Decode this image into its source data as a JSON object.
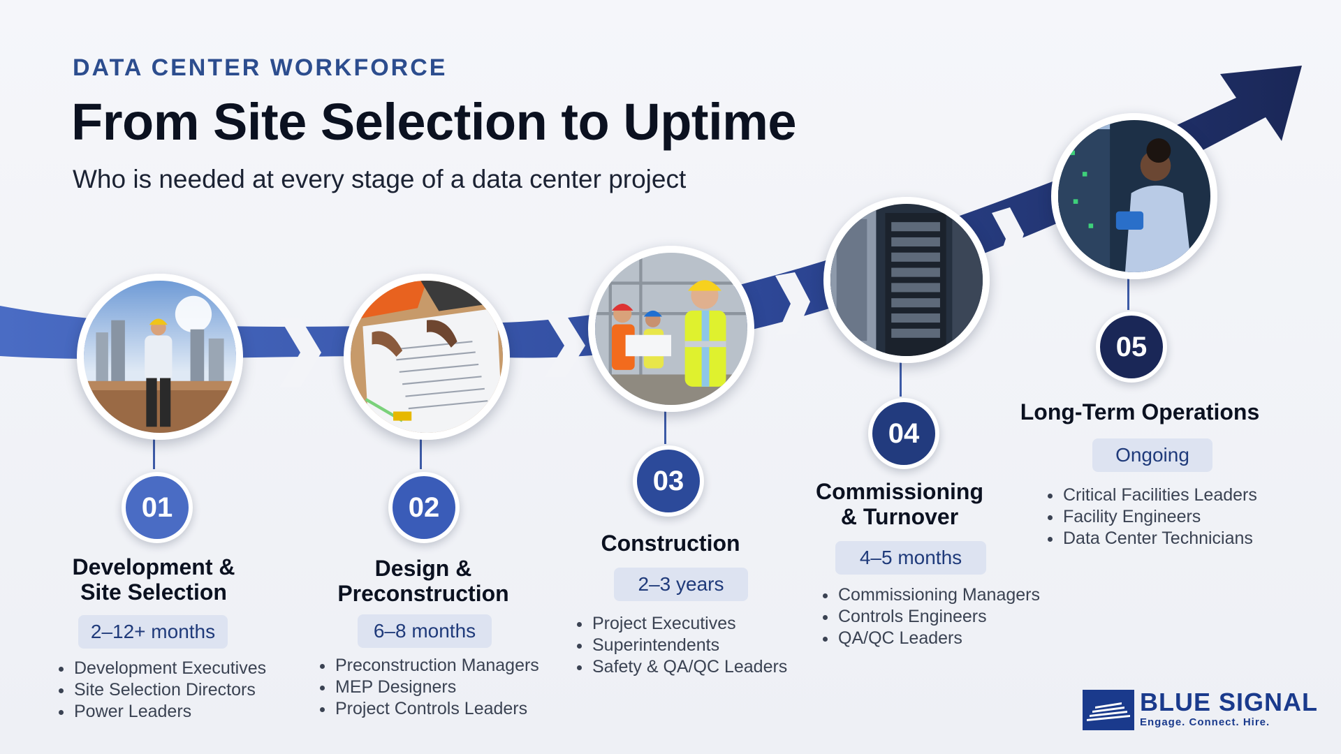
{
  "header": {
    "eyebrow": "DATA CENTER WORKFORCE",
    "title": "From Site Selection to Uptime",
    "subtitle": "Who is needed at every stage of a data center project"
  },
  "colors": {
    "accent": "#2c4d8e",
    "arrow_start": "#4a6cc4",
    "arrow_end": "#1a2757",
    "pill_bg": "#dde3f1",
    "pill_text": "#1f3a7a"
  },
  "stages": [
    {
      "number": "01",
      "title": "Development &\nSite Selection",
      "duration": "2–12+ months",
      "roles": [
        "Development Executives",
        "Site Selection Directors",
        "Power Leaders"
      ],
      "photo": "worker-surveying-site-icon",
      "badge_color": "#4a6cc4"
    },
    {
      "number": "02",
      "title": "Design &\nPreconstruction",
      "duration": "6–8 months",
      "roles": [
        "Preconstruction Managers",
        "MEP Designers",
        "Project Controls Leaders"
      ],
      "photo": "blueprint-planning-icon",
      "badge_color": "#3a5cb8"
    },
    {
      "number": "03",
      "title": "Construction",
      "duration": "2–3 years",
      "roles": [
        "Project Executives",
        "Superintendents",
        "Safety & QA/QC Leaders"
      ],
      "photo": "construction-team-icon",
      "badge_color": "#2c4a9a"
    },
    {
      "number": "04",
      "title": "Commissioning\n& Turnover",
      "duration": "4–5 months",
      "roles": [
        "Commissioning Managers",
        "Controls Engineers",
        "QA/QC Leaders"
      ],
      "photo": "server-rack-icon",
      "badge_color": "#223b7e"
    },
    {
      "number": "05",
      "title": "Long-Term Operations",
      "duration": "Ongoing",
      "roles": [
        "Critical Facilities Leaders",
        "Facility Engineers",
        "Data Center Technicians"
      ],
      "photo": "technician-in-server-room-icon",
      "badge_color": "#1a2757"
    }
  ],
  "logo": {
    "name": "BLUE SIGNAL",
    "tagline": "Engage.  Connect.  Hire."
  }
}
